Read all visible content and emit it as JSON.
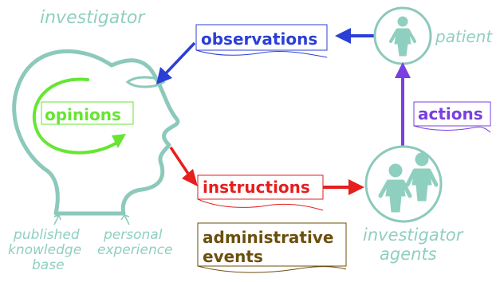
{
  "title": "investigator",
  "labels": {
    "observations": "observations",
    "opinions": "opinions",
    "patient": "patient",
    "actions": "actions",
    "instructions": "instructions",
    "administrative_line1": "administrative",
    "administrative_line2": "events",
    "investigator_agents_line1": "investigator",
    "investigator_agents_line2": "agents",
    "published_line1": "published",
    "published_line2": "knowledge",
    "published_line3": "base",
    "personal_line1": "personal",
    "personal_line2": "experience"
  },
  "colors": {
    "teal": "#8fcfc0",
    "head_stroke": "#8cc9bb",
    "blue": "#2b3fd6",
    "green": "#66e633",
    "purple": "#7a3fe0",
    "red": "#e61e1e",
    "brown": "#6b4f0e"
  }
}
